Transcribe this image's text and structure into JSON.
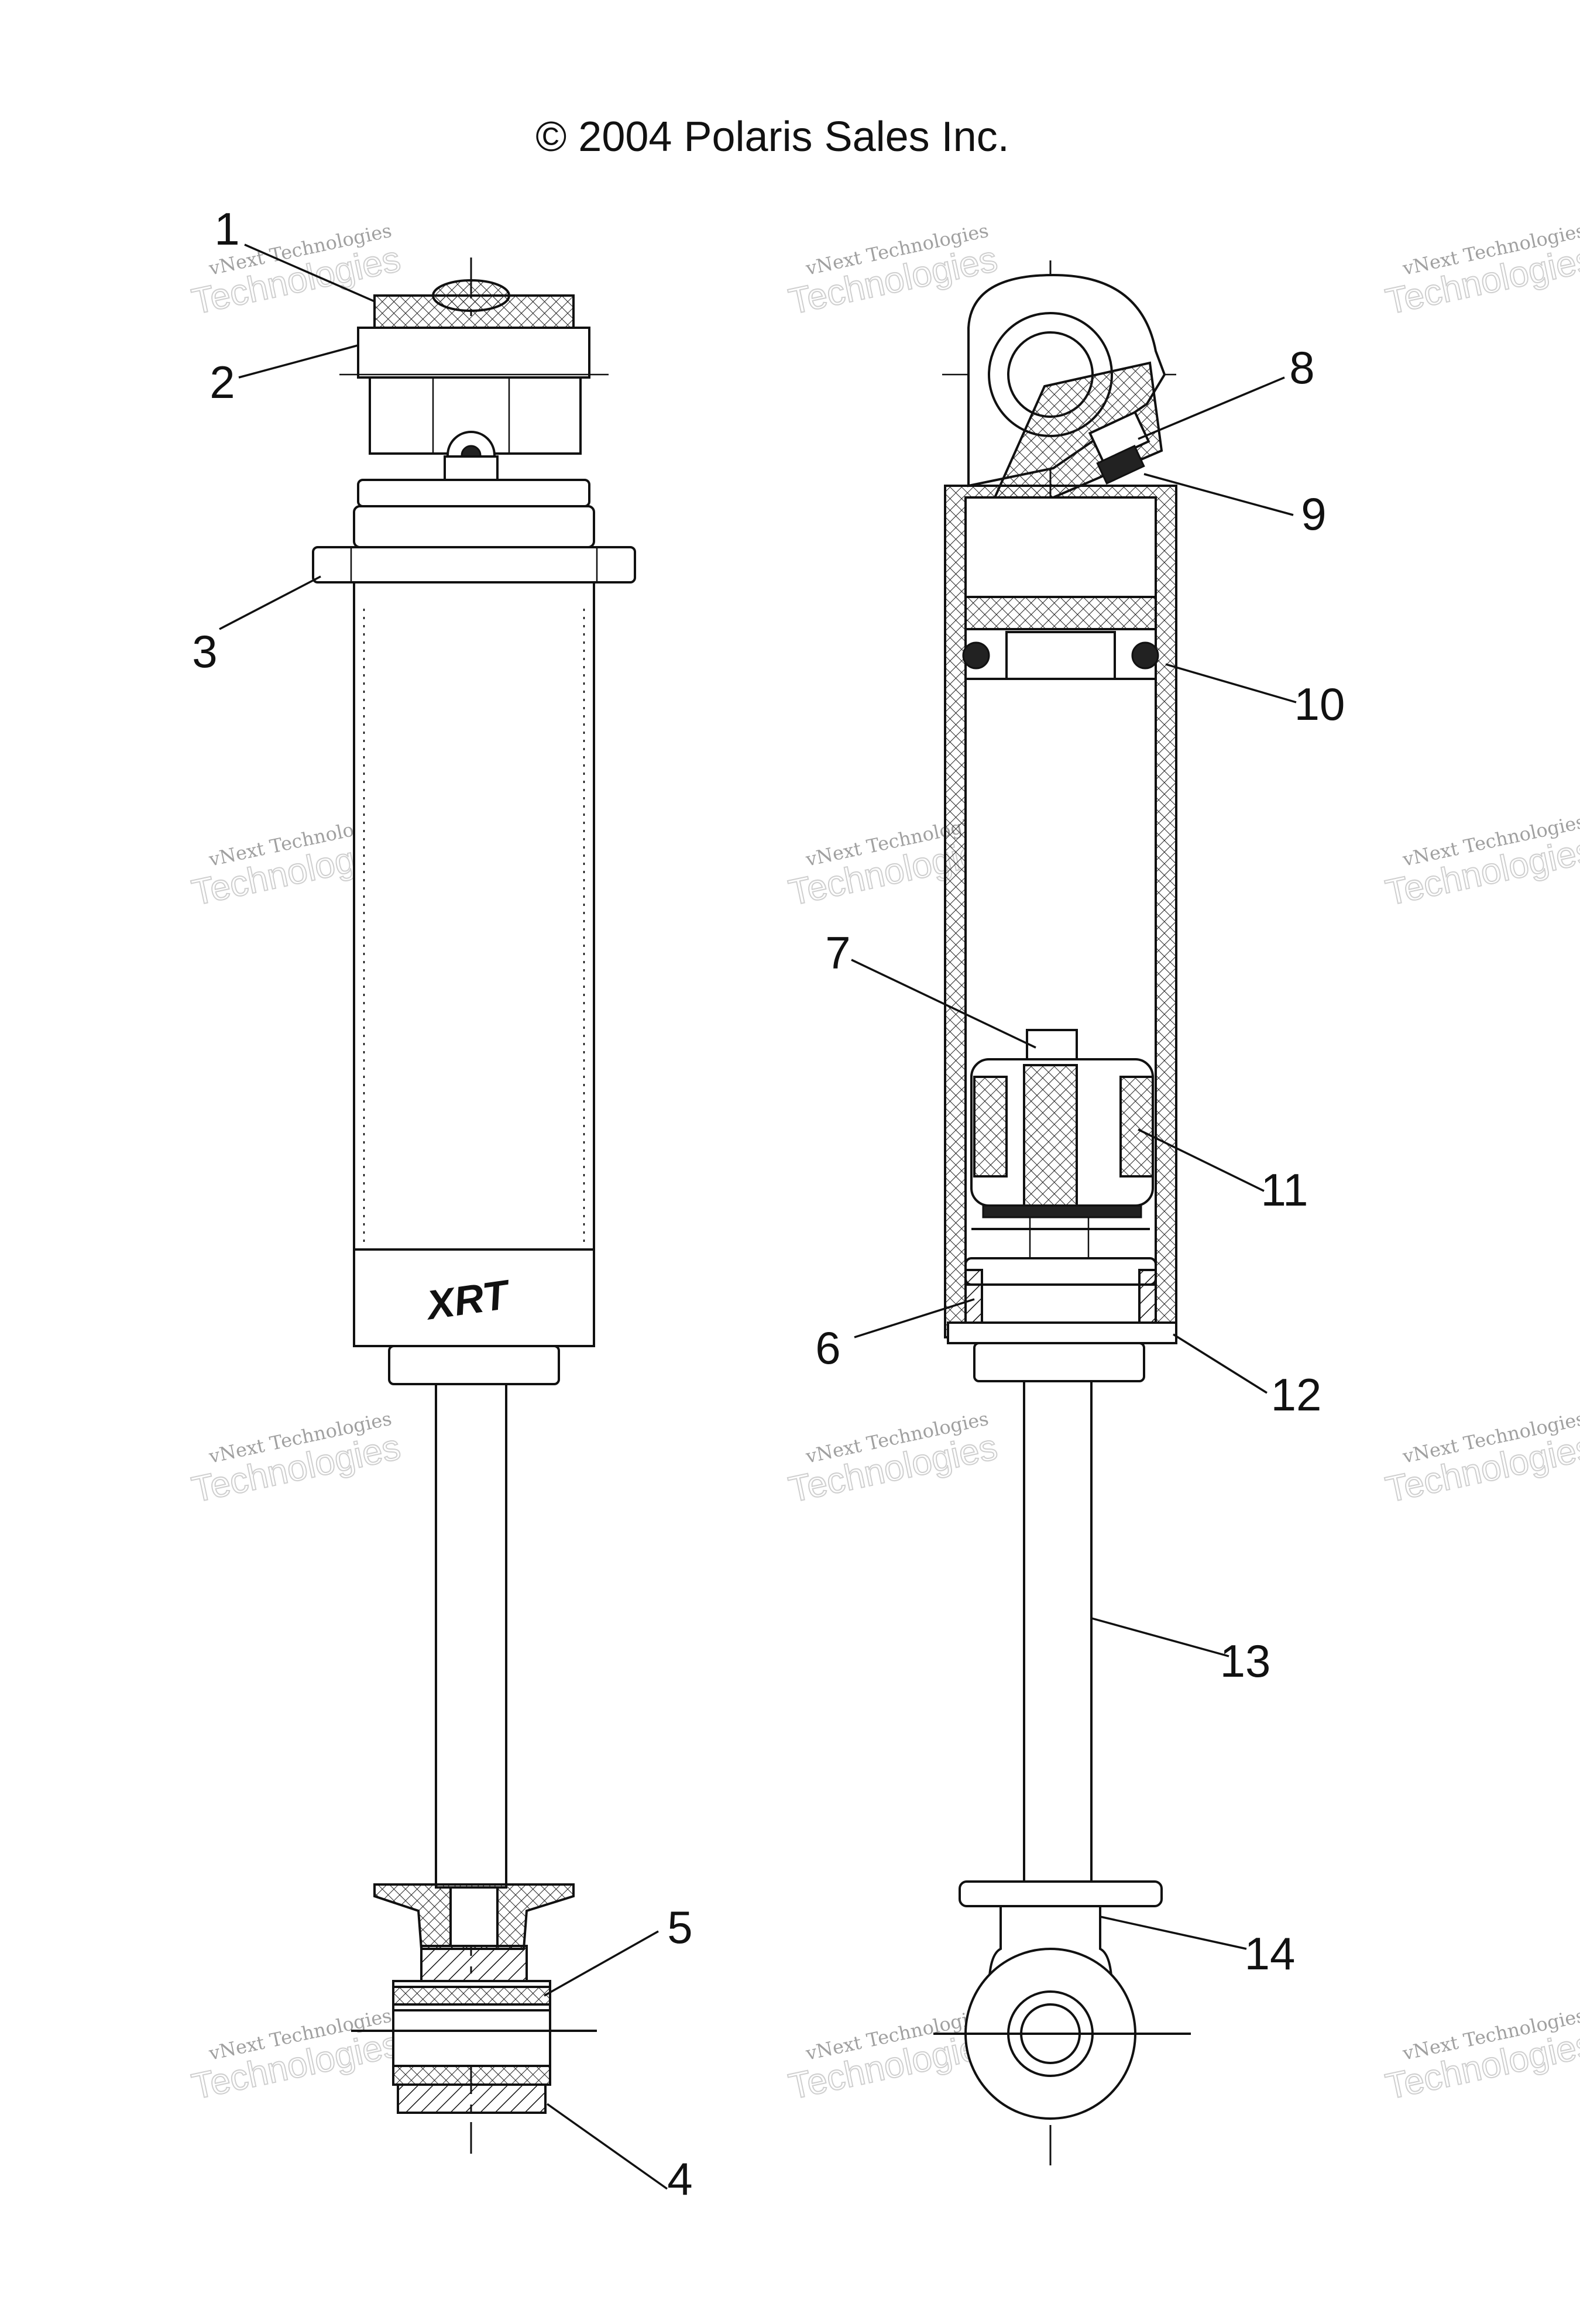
{
  "header": {
    "copyright": "© 2004 Polaris Sales Inc."
  },
  "watermark": {
    "line1": "vNext Technologies",
    "line2": "vNext",
    "line3": "Technologies"
  },
  "logo_text": "XRT",
  "callouts": [
    "1",
    "2",
    "3",
    "4",
    "5",
    "6",
    "7",
    "8",
    "9",
    "10",
    "11",
    "12",
    "13",
    "14"
  ]
}
